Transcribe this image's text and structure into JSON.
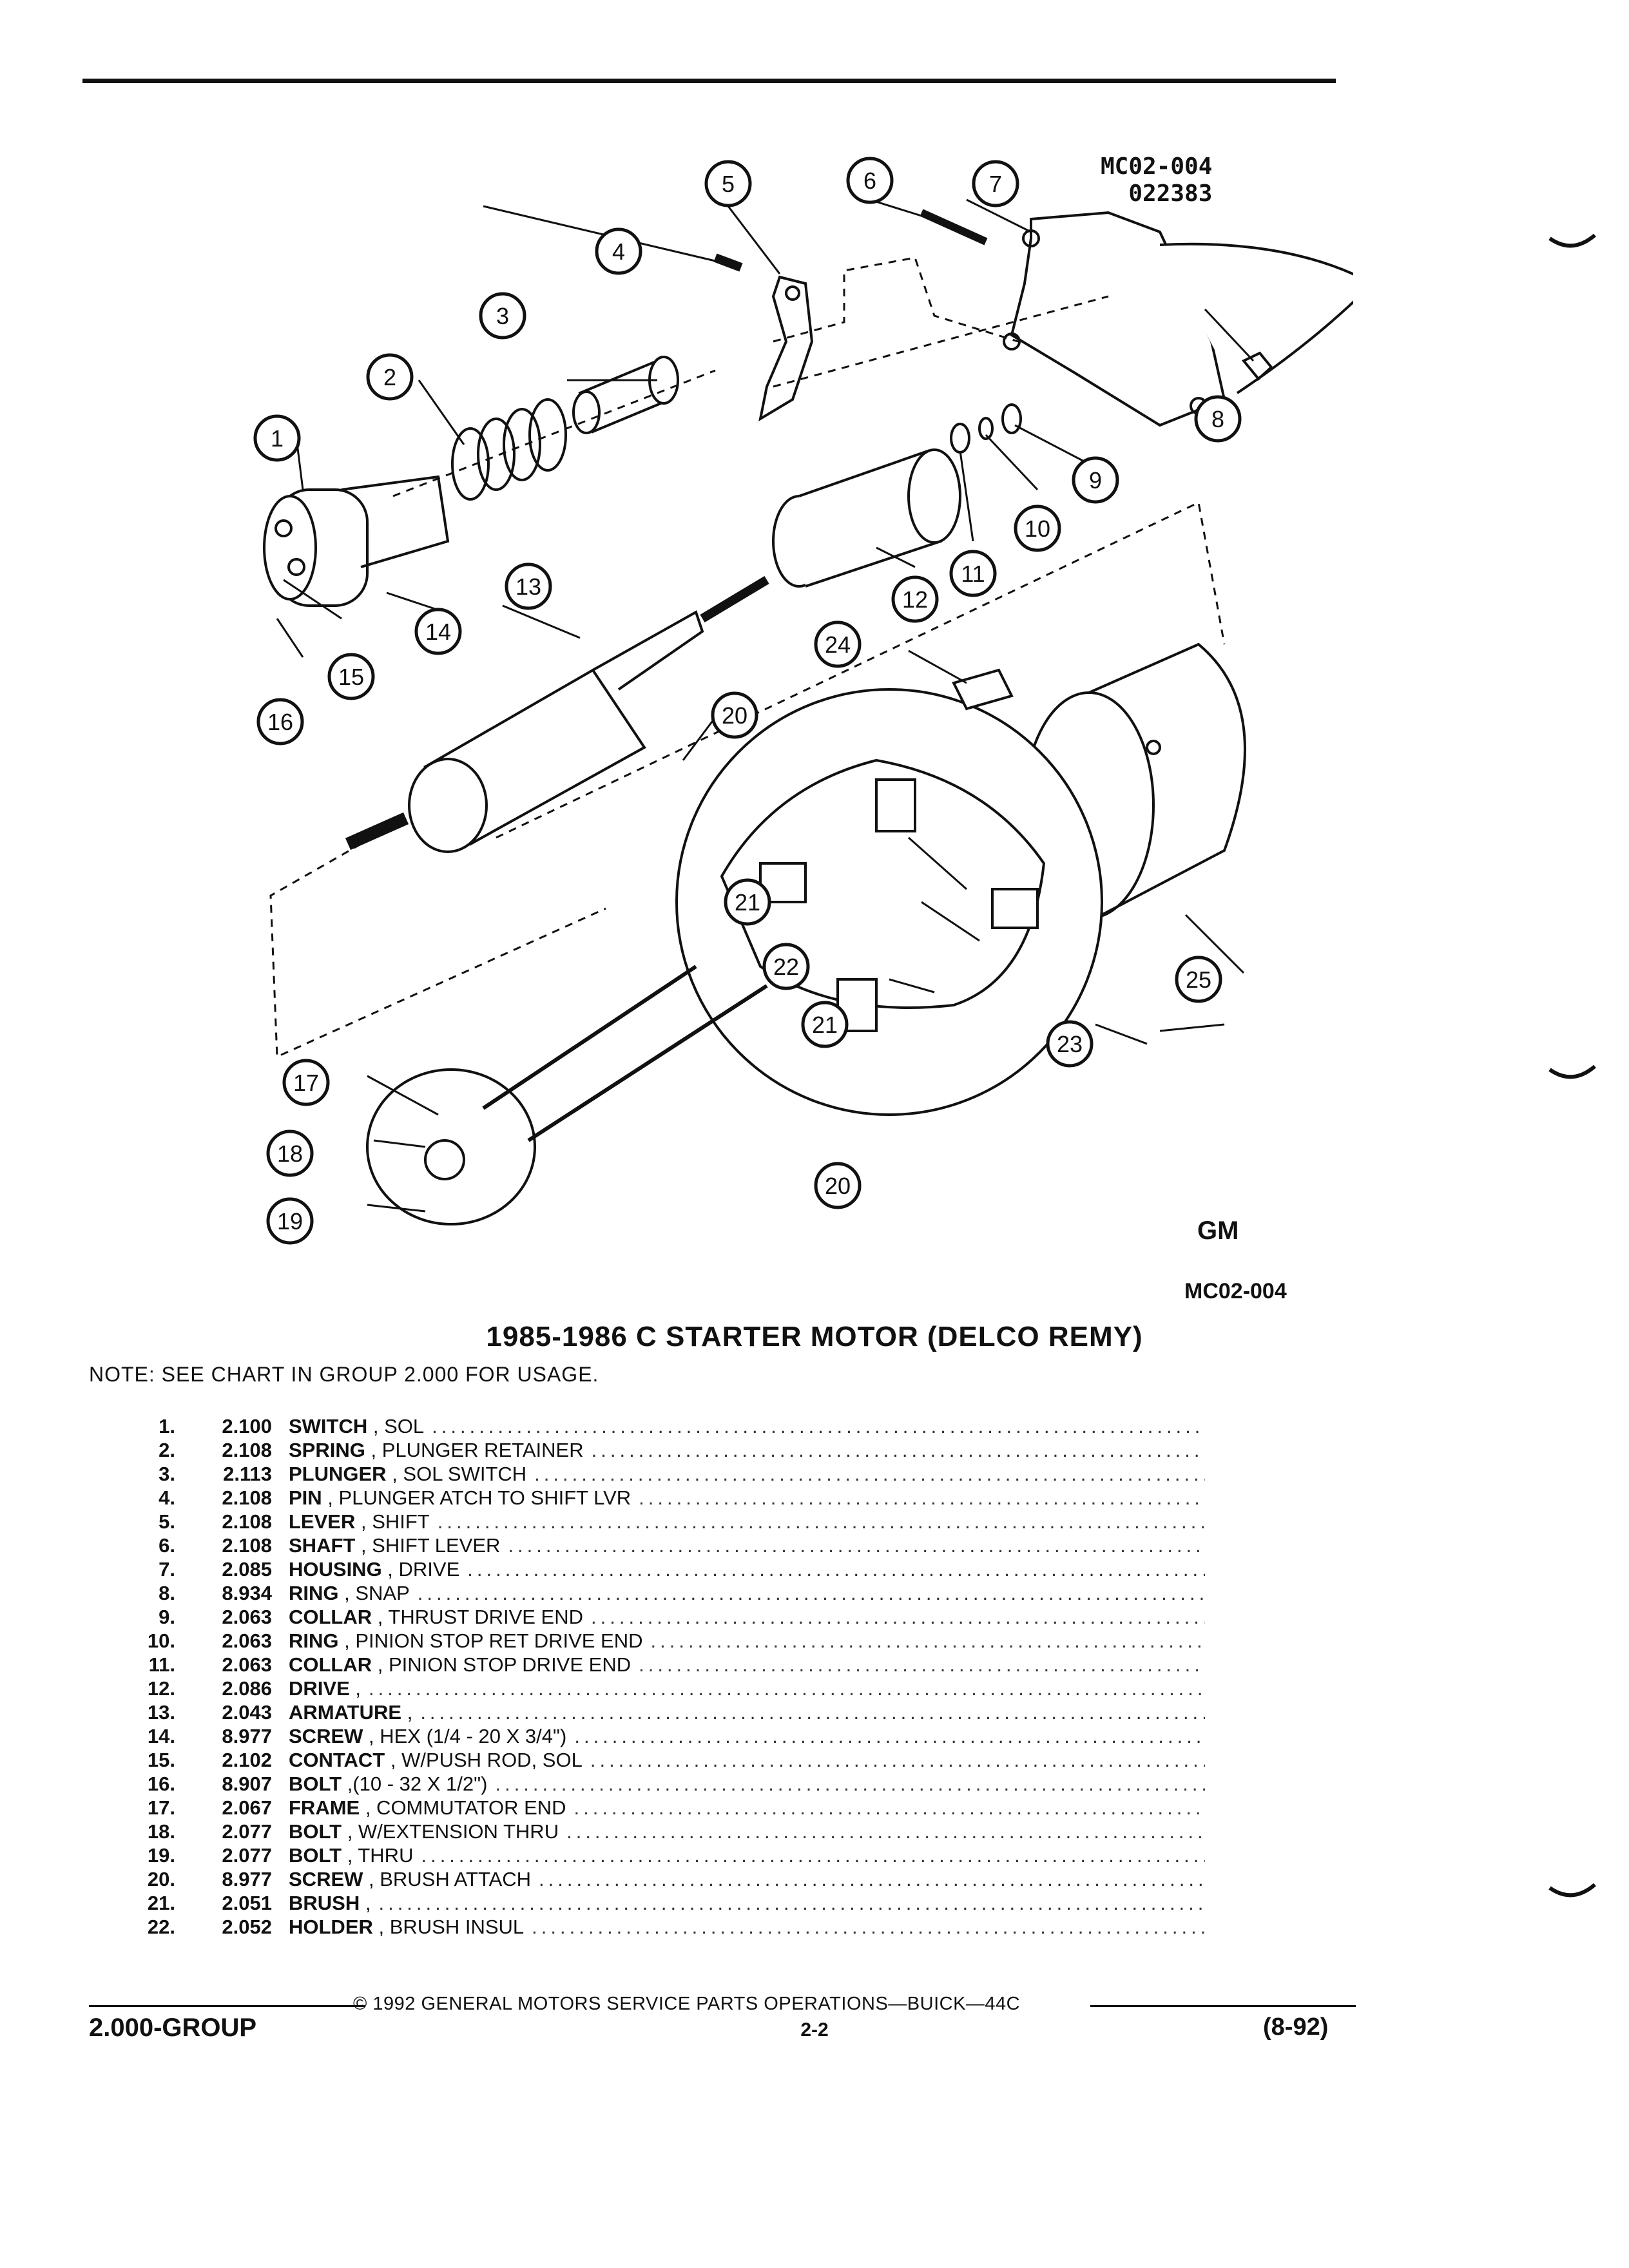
{
  "figure": {
    "code_top": "MC02-004",
    "date_code": "022383",
    "code_bottom": "MC02-004",
    "logo": "GM",
    "callouts": [
      "1",
      "2",
      "3",
      "4",
      "5",
      "6",
      "7",
      "8",
      "9",
      "10",
      "11",
      "12",
      "13",
      "14",
      "15",
      "16",
      "17",
      "18",
      "19",
      "20",
      "21",
      "22",
      "23",
      "24",
      "25",
      "20",
      "21"
    ]
  },
  "title": "1985-1986 C STARTER MOTOR (DELCO REMY)",
  "note": "NOTE:  SEE CHART IN GROUP 2.000 FOR USAGE.",
  "parts": [
    {
      "num": "1.",
      "code": "2.100",
      "name": "SWITCH",
      "detail": ", SOL"
    },
    {
      "num": "2.",
      "code": "2.108",
      "name": "SPRING",
      "detail": ", PLUNGER RETAINER"
    },
    {
      "num": "3.",
      "code": "2.113",
      "name": "PLUNGER",
      "detail": ", SOL SWITCH"
    },
    {
      "num": "4.",
      "code": "2.108",
      "name": "PIN",
      "detail": ", PLUNGER ATCH TO SHIFT LVR"
    },
    {
      "num": "5.",
      "code": "2.108",
      "name": "LEVER",
      "detail": ", SHIFT"
    },
    {
      "num": "6.",
      "code": "2.108",
      "name": "SHAFT",
      "detail": ", SHIFT LEVER"
    },
    {
      "num": "7.",
      "code": "2.085",
      "name": "HOUSING",
      "detail": ", DRIVE"
    },
    {
      "num": "8.",
      "code": "8.934",
      "name": "RING",
      "detail": ", SNAP"
    },
    {
      "num": "9.",
      "code": "2.063",
      "name": "COLLAR",
      "detail": ", THRUST DRIVE END"
    },
    {
      "num": "10.",
      "code": "2.063",
      "name": "RING",
      "detail": ", PINION STOP RET DRIVE END"
    },
    {
      "num": "11.",
      "code": "2.063",
      "name": "COLLAR",
      "detail": ", PINION STOP DRIVE END"
    },
    {
      "num": "12.",
      "code": "2.086",
      "name": "DRIVE",
      "detail": ","
    },
    {
      "num": "13.",
      "code": "2.043",
      "name": "ARMATURE",
      "detail": ","
    },
    {
      "num": "14.",
      "code": "8.977",
      "name": "SCREW",
      "detail": ", HEX (1/4 - 20 X 3/4\")"
    },
    {
      "num": "15.",
      "code": "2.102",
      "name": "CONTACT",
      "detail": ", W/PUSH ROD, SOL"
    },
    {
      "num": "16.",
      "code": "8.907",
      "name": "BOLT",
      "detail": ",(10 - 32 X 1/2\")"
    },
    {
      "num": "17.",
      "code": "2.067",
      "name": "FRAME",
      "detail": ", COMMUTATOR END"
    },
    {
      "num": "18.",
      "code": "2.077",
      "name": "BOLT",
      "detail": ", W/EXTENSION THRU"
    },
    {
      "num": "19.",
      "code": "2.077",
      "name": "BOLT",
      "detail": ", THRU"
    },
    {
      "num": "20.",
      "code": "8.977",
      "name": "SCREW",
      "detail": ", BRUSH ATTACH"
    },
    {
      "num": "21.",
      "code": "2.051",
      "name": "BRUSH",
      "detail": ","
    },
    {
      "num": "22.",
      "code": "2.052",
      "name": "HOLDER",
      "detail": ", BRUSH INSUL"
    }
  ],
  "footer": {
    "copyright": "©  1992  GENERAL MOTORS SERVICE PARTS OPERATIONS—BUICK—44C",
    "group": "2.000-GROUP",
    "page": "2-2",
    "date": "(8-92)"
  }
}
